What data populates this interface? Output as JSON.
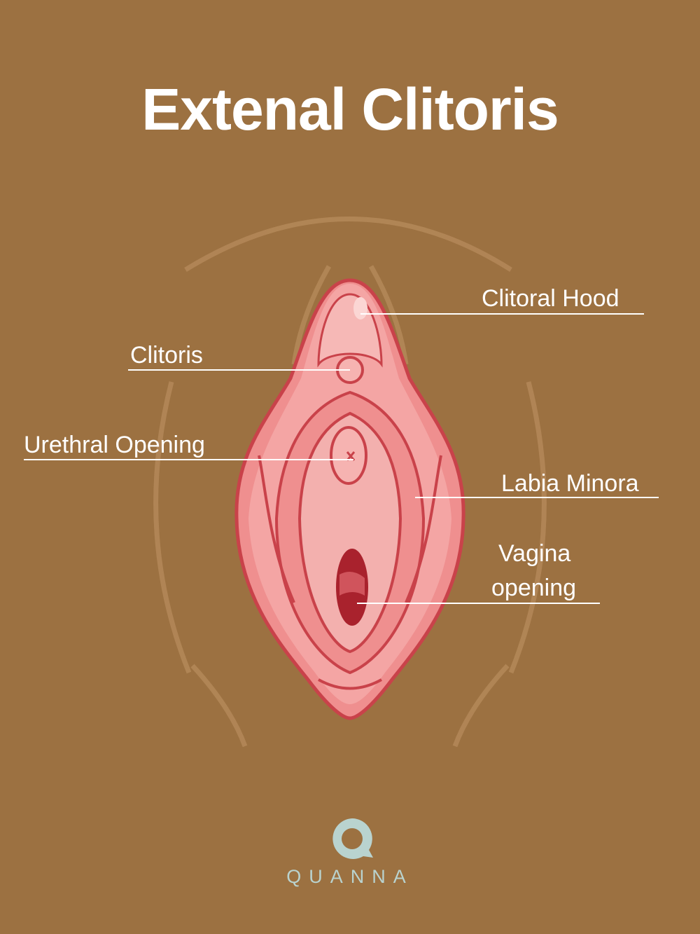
{
  "title": "Extenal Clitoris",
  "labels": {
    "clitoral_hood": "Clitoral Hood",
    "clitoris": "Clitoris",
    "urethral_opening": "Urethral Opening",
    "labia_minora": "Labia Minora",
    "vagina_opening_line1": "Vagina",
    "vagina_opening_line2": "opening"
  },
  "brand": {
    "name": "QUANNA",
    "color": "#b9d3cf"
  },
  "colors": {
    "background": "#9c7141",
    "tissue": "#ef8f8f",
    "tissue_light": "#f6b3b1",
    "tissue_dark": "#c9424a"
  }
}
